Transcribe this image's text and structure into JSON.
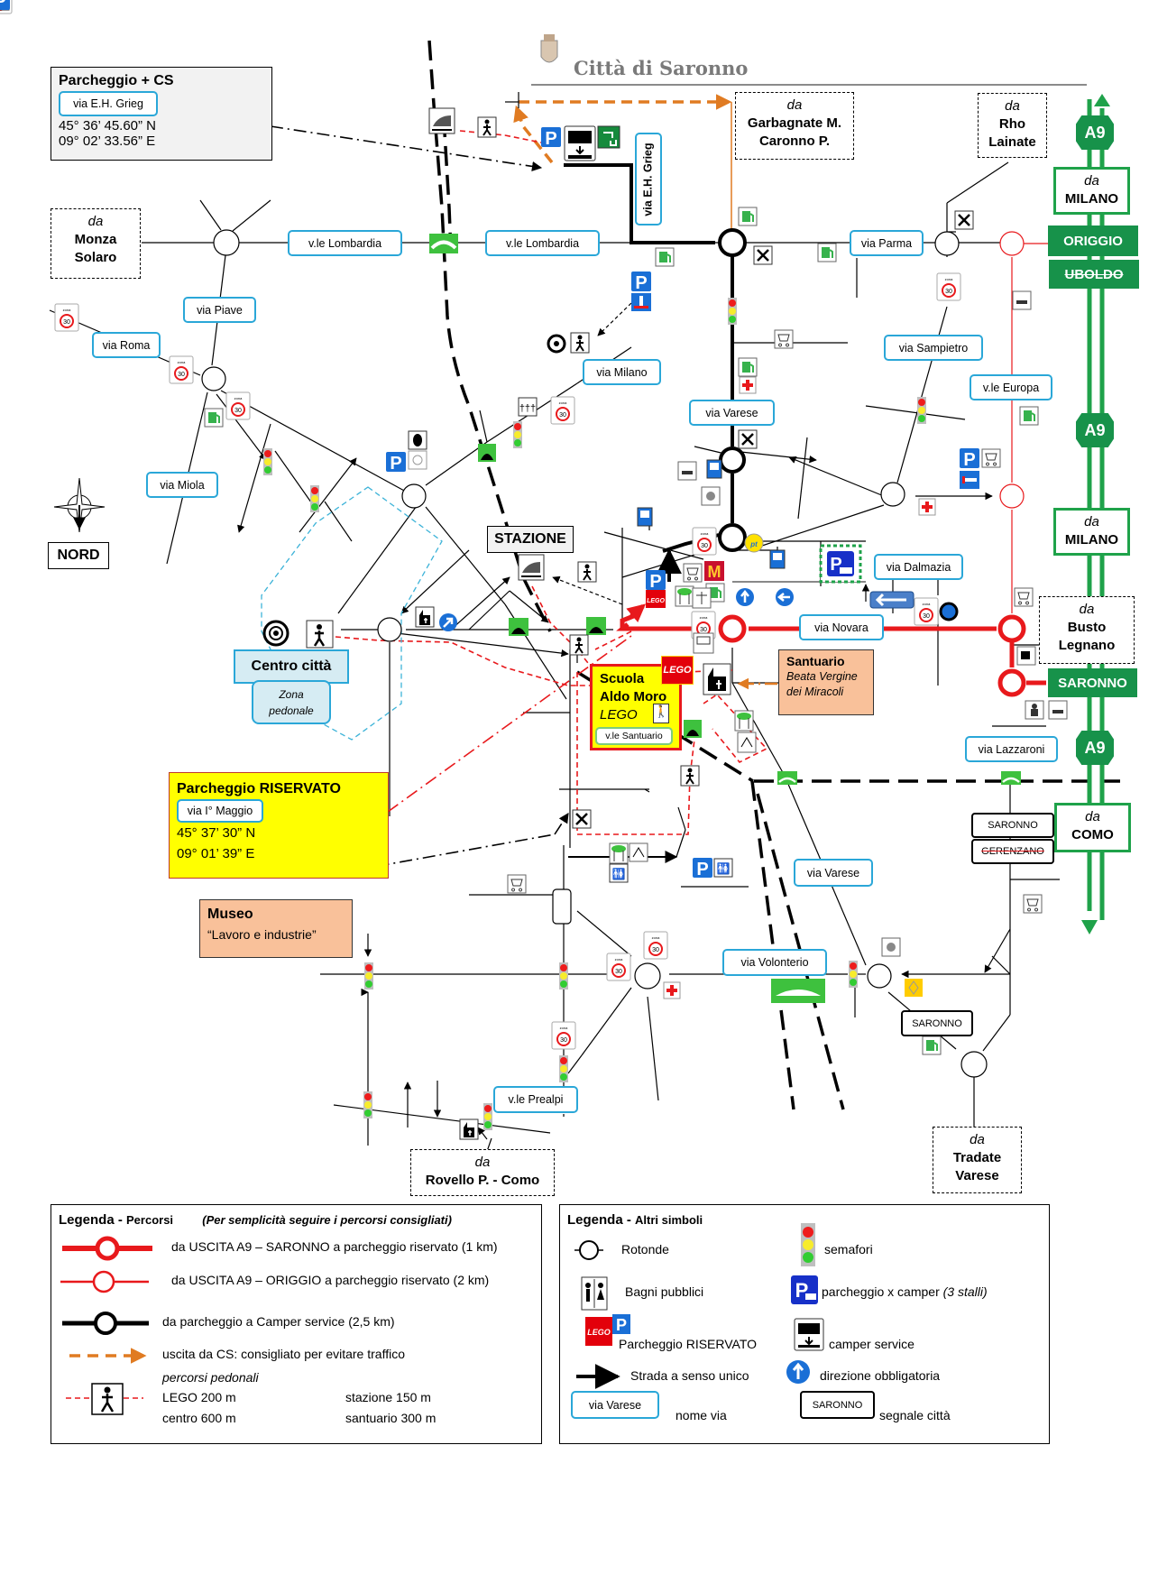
{
  "header": {
    "title": "Città di Saronno"
  },
  "info_boxes": {
    "parcheggio_cs": {
      "title": "Parcheggio + CS",
      "street": "via E.H. Grieg",
      "lat": "45° 36’ 45.60” N",
      "lon": "09° 02’ 33.56” E"
    },
    "parcheggio_riservato": {
      "title": "Parcheggio RISERVATO",
      "street": "via I° Maggio",
      "lat": "45° 37’ 30” N",
      "lon": "09° 01’ 39” E"
    },
    "museo": {
      "title": "Museo",
      "subtitle": "“Lavoro e industrie”"
    },
    "santuario": {
      "title": "Santuario",
      "line1": "Beata Vergine",
      "line2": "dei Miracoli"
    },
    "scuola": {
      "line1": "Scuola",
      "line2": "Aldo Moro",
      "line3": "LEGO",
      "street": "v.le Santuario",
      "badge": "LEGO"
    },
    "stazione": "STAZIONE",
    "centro": {
      "title": "Centro città",
      "zona1": "Zona",
      "zona2": "pedonale"
    },
    "nord": "NORD"
  },
  "origins": [
    {
      "da": "da",
      "line1": "Monza",
      "line2": "Solaro"
    },
    {
      "da": "da",
      "line1": "Garbagnate M.",
      "line2": "Caronno P."
    },
    {
      "da": "da",
      "line1": "Rho",
      "line2": "Lainate"
    },
    {
      "da": "da",
      "line1": "Busto",
      "line2": "Legnano"
    },
    {
      "da": "da",
      "line1": "Tradate",
      "line2": "Varese"
    },
    {
      "da": "da",
      "line1": "Rovello P. - Como",
      "line2": ""
    }
  ],
  "highway": {
    "shield": "A9",
    "from_milano_top": {
      "da": "da",
      "city": "MILANO"
    },
    "from_milano_mid": {
      "da": "da",
      "city": "MILANO"
    },
    "from_como": {
      "da": "da",
      "city": "COMO"
    },
    "exit_origgio": "ORIGGIO",
    "exit_uboldo": "UBOLDO",
    "exit_saronno": "SARONNO"
  },
  "streets": {
    "lombardia_w": "v.le Lombardia",
    "lombardia_e": "v.le Lombardia",
    "grieg": "via E.H. Grieg",
    "parma": "via Parma",
    "piave": "via Piave",
    "roma": "via Roma",
    "milano": "via Milano",
    "sampietro": "via Sampietro",
    "europa": "v.le Europa",
    "varese_n": "via Varese",
    "miola": "via Miola",
    "dalmazia": "via Dalmazia",
    "novara": "via Novara",
    "lazzaroni": "via Lazzaroni",
    "varese_s": "via Varese",
    "volonterio": "via Volonterio",
    "prealpi": "v.le Prealpi"
  },
  "city_signs": {
    "saronno_1": "SARONNO",
    "gerenzano": "GERENZANO",
    "saronno_2": "SARONNO"
  },
  "zone30": "30",
  "legend_routes": {
    "title": "Legenda -",
    "subtitle": "Percorsi",
    "note": "(Per semplicità seguire i percorsi consigliati)",
    "items": [
      {
        "label": "da USCITA A9 – SARONNO a parcheggio riservato (1 km)",
        "color": "#e8191c"
      },
      {
        "label": "da USCITA A9 – ORIGGIO a parcheggio riservato  (2 km)",
        "color": "#e8191c"
      },
      {
        "label": "da parcheggio a Camper service (2,5 km)",
        "color": "#000000"
      },
      {
        "label": "uscita da CS: consigliato per evitare traffico",
        "color": "#e07b22"
      }
    ],
    "pedestrian": {
      "title": "percorsi pedonali",
      "lego": "LEGO 200 m",
      "stazione": "stazione 150 m",
      "centro": "centro 600 m",
      "santuario": "santuario 300 m"
    }
  },
  "legend_symbols": {
    "title": "Legenda -",
    "subtitle": "Altri simboli",
    "rotonde": "Rotonde",
    "semafori": "semafori",
    "bagni": "Bagni pubblici",
    "camper_parking": "parcheggio x camper",
    "camper_parking_note": "(3 stalli)",
    "riservato": "Parcheggio RISERVATO",
    "camper_service": "camper service",
    "senso_unico": "Strada a senso unico",
    "direzione": "direzione obbligatoria",
    "street_example": "via  Varese",
    "nome_via": "nome via",
    "sign_example": "SARONNO",
    "segnale": "segnale città"
  },
  "colors": {
    "street_border": "#2aa7d8",
    "route_red": "#e8191c",
    "route_black": "#000000",
    "route_orange": "#e07b22",
    "highway_green": "#1fa24a",
    "exit_green": "#17924a",
    "parking_blue": "#1a6fd6",
    "info_yellow": "#ffff00",
    "info_peach": "#f9c19a",
    "centro_blue": "#d6ecf3"
  }
}
